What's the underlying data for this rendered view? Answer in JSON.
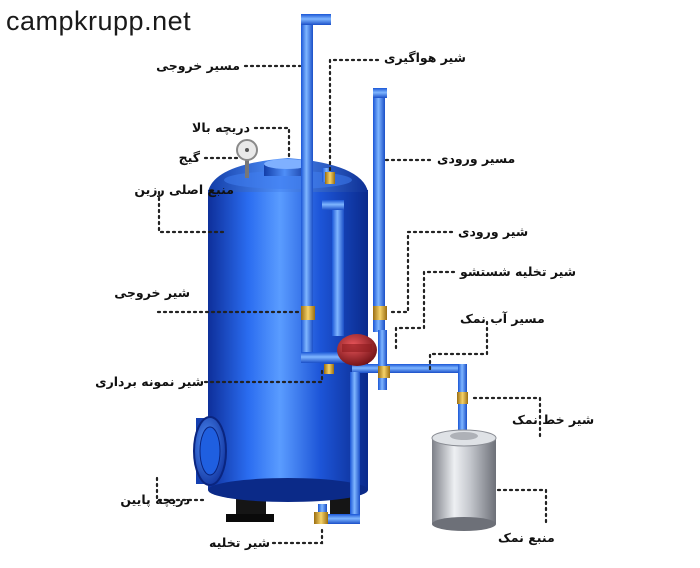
{
  "brand": "campkrupp.net",
  "colors": {
    "tank": "#1f5fe0",
    "pipe": "#2f7ef5",
    "valve": "#e2b43a",
    "brine_tank": "#b9bcc2",
    "valve_head": "#b2262b",
    "leader": "#222222"
  },
  "labels": {
    "outlet_path": "مسیر خروجی",
    "top_hatch": "دریچه بالا",
    "gauge": "گیج",
    "resin_tank": "منبع اصلی رزین",
    "outlet_valve": "شیر خروجی",
    "sampling_valve": "شیر نمونه برداری",
    "bottom_hatch": "دریچه پایین",
    "drain_valve": "شیر تخلیه",
    "air_valve": "شیر هواگیری",
    "inlet_path": "مسیر ورودی",
    "inlet_valve": "شیر ورودی",
    "backwash_drain_valve": "شیر تخلیه شستشو",
    "brine_path": "مسیر آب نمک",
    "brine_line_valve": "شیر خط نمک",
    "brine_tank": "منبع نمک"
  }
}
